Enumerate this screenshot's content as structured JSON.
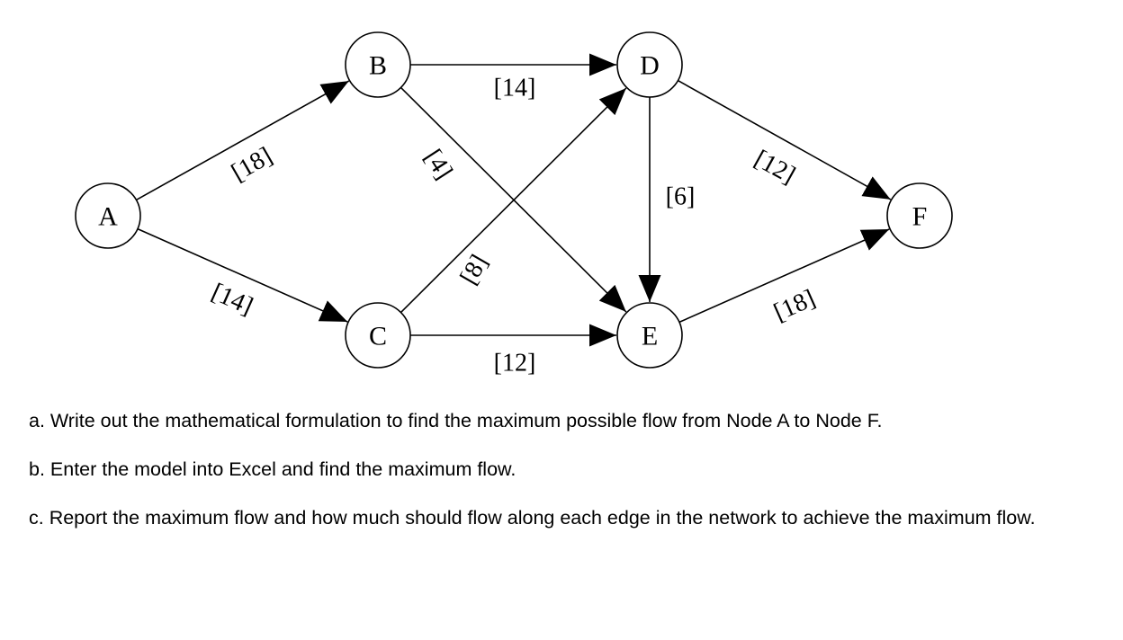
{
  "diagram": {
    "nodes": [
      {
        "id": "A",
        "label": "A"
      },
      {
        "id": "B",
        "label": "B"
      },
      {
        "id": "C",
        "label": "C"
      },
      {
        "id": "D",
        "label": "D"
      },
      {
        "id": "E",
        "label": "E"
      },
      {
        "id": "F",
        "label": "F"
      }
    ],
    "edges": [
      {
        "from": "A",
        "to": "B",
        "label": "[18]"
      },
      {
        "from": "A",
        "to": "C",
        "label": "[14]"
      },
      {
        "from": "B",
        "to": "D",
        "label": "[14]"
      },
      {
        "from": "B",
        "to": "E",
        "label": "[4]"
      },
      {
        "from": "C",
        "to": "D",
        "label": "[8]"
      },
      {
        "from": "C",
        "to": "E",
        "label": "[12]"
      },
      {
        "from": "D",
        "to": "E",
        "label": "[6]"
      },
      {
        "from": "D",
        "to": "F",
        "label": "[12]"
      },
      {
        "from": "E",
        "to": "F",
        "label": "[18]"
      }
    ]
  },
  "questions": {
    "a": "a. Write out the mathematical formulation to find the maximum possible flow from Node A to Node F.",
    "b": "b. Enter the model into Excel and find the maximum flow.",
    "c": "c. Report the maximum flow and how much should flow along each edge in the network to achieve the maximum flow."
  }
}
